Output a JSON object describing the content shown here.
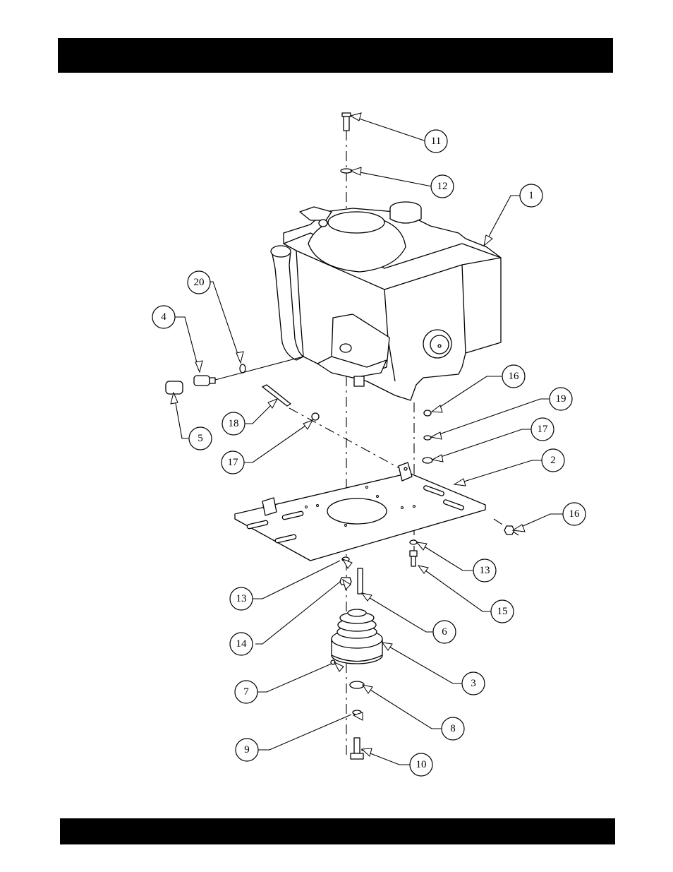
{
  "header": {
    "title": ""
  },
  "footer": {
    "text": ""
  },
  "diagram": {
    "callouts": [
      {
        "id": "callout-11",
        "label": "11"
      },
      {
        "id": "callout-12",
        "label": "12"
      },
      {
        "id": "callout-1",
        "label": "1"
      },
      {
        "id": "callout-20",
        "label": "20"
      },
      {
        "id": "callout-4",
        "label": "4"
      },
      {
        "id": "callout-5",
        "label": "5"
      },
      {
        "id": "callout-18",
        "label": "18"
      },
      {
        "id": "callout-17a",
        "label": "17"
      },
      {
        "id": "callout-16a",
        "label": "16"
      },
      {
        "id": "callout-19",
        "label": "19"
      },
      {
        "id": "callout-17b",
        "label": "17"
      },
      {
        "id": "callout-2",
        "label": "2"
      },
      {
        "id": "callout-16b",
        "label": "16"
      },
      {
        "id": "callout-13a",
        "label": "13"
      },
      {
        "id": "callout-13b",
        "label": "13"
      },
      {
        "id": "callout-15",
        "label": "15"
      },
      {
        "id": "callout-14",
        "label": "14"
      },
      {
        "id": "callout-6",
        "label": "6"
      },
      {
        "id": "callout-3",
        "label": "3"
      },
      {
        "id": "callout-7",
        "label": "7"
      },
      {
        "id": "callout-8",
        "label": "8"
      },
      {
        "id": "callout-9",
        "label": "9"
      },
      {
        "id": "callout-10",
        "label": "10"
      }
    ]
  }
}
